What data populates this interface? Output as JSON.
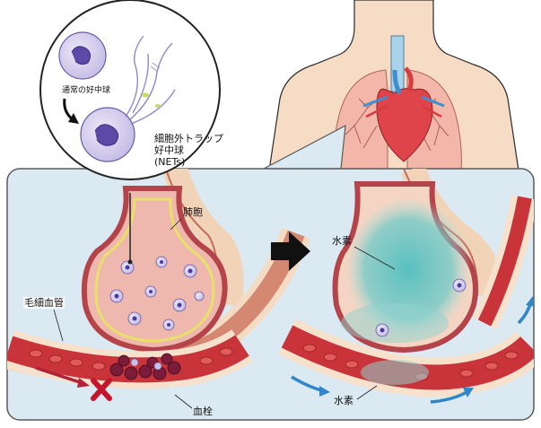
{
  "labels": {
    "normal_neutrophil": "通常の好中球",
    "nets_line1": "細胞外トラップ",
    "nets_line2": "好中球",
    "nets_line3": "(NETs)",
    "alveolus": "肺胞",
    "capillary": "毛細血管",
    "thrombus": "血栓",
    "hydrogen_alveolus": "水素",
    "hydrogen_vessel": "水素"
  },
  "colors": {
    "panel_bg": "#dbe9f3",
    "panel_border": "#5a5a5a",
    "skin": "#f6dcc4",
    "vessel_red": "#c8343a",
    "vessel_blue": "#3e8fd0",
    "alveolus_fluid": "#eeb8ae",
    "hydrogen": "#5fc4c6",
    "flow_arrow_red": "#b3203a",
    "flow_arrow_blue": "#2f86c8",
    "block_x": "#c5152c"
  }
}
